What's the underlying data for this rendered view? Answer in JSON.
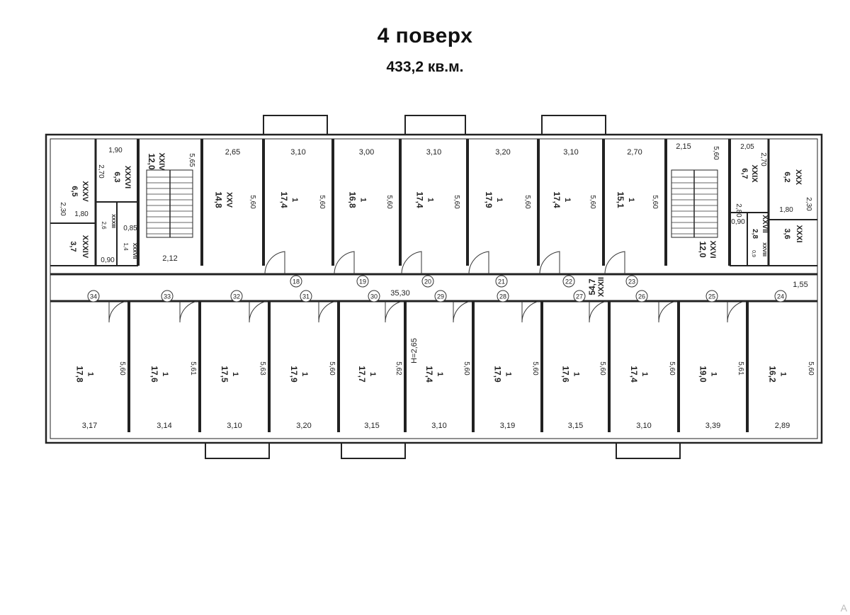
{
  "header": {
    "title": "4 поверх",
    "area": "433,2 кв.м."
  },
  "corner_mark": "A",
  "corridor": {
    "number": "XXXII",
    "area": "54,7",
    "length": "35,30",
    "width_end": "1,55",
    "ceiling_height": "H=2,65"
  },
  "rooms_top": [
    {
      "id": "r25",
      "label": "XXV",
      "area": "14,8",
      "width": "2,65",
      "depth": "5,60"
    },
    {
      "id": "rt1",
      "label": "1",
      "area": "17,4",
      "width": "3,10",
      "depth": "5,60"
    },
    {
      "id": "rt2",
      "label": "1",
      "area": "16,8",
      "width": "3,00",
      "depth": "5,60"
    },
    {
      "id": "rt3",
      "label": "1",
      "area": "17,4",
      "width": "3,10",
      "depth": "5,60"
    },
    {
      "id": "rt4",
      "label": "1",
      "area": "17,9",
      "width": "3,20",
      "depth": "5,60"
    },
    {
      "id": "rt5",
      "label": "1",
      "area": "17,4",
      "width": "3,10",
      "depth": "5,60"
    },
    {
      "id": "rt6",
      "label": "1",
      "area": "15,1",
      "width": "2,70",
      "depth": "5,60"
    }
  ],
  "rooms_bottom": [
    {
      "id": "rb1",
      "label": "1",
      "area": "17,8",
      "width": "3,17",
      "depth": "5,60"
    },
    {
      "id": "rb2",
      "label": "1",
      "area": "17,6",
      "width": "3,14",
      "depth": "5,61"
    },
    {
      "id": "rb3",
      "label": "1",
      "area": "17,5",
      "width": "3,10",
      "depth": "5,63"
    },
    {
      "id": "rb4",
      "label": "1",
      "area": "17,9",
      "width": "3,20",
      "depth": "5,60"
    },
    {
      "id": "rb5",
      "label": "1",
      "area": "17,7",
      "width": "3,15",
      "depth": "5,62"
    },
    {
      "id": "rb6",
      "label": "1",
      "area": "17,4",
      "width": "3,10",
      "depth": "5,60"
    },
    {
      "id": "rb7",
      "label": "1",
      "area": "17,9",
      "width": "3,19",
      "depth": "5,60"
    },
    {
      "id": "rb8",
      "label": "1",
      "area": "17,6",
      "width": "3,15",
      "depth": "5,60"
    },
    {
      "id": "rb9",
      "label": "1",
      "area": "17,4",
      "width": "3,10",
      "depth": "5,60"
    },
    {
      "id": "rb10",
      "label": "1",
      "area": "19,0",
      "width": "3,39",
      "depth": "5,61"
    },
    {
      "id": "rb11",
      "label": "1",
      "area": "16,2",
      "width": "2,89",
      "depth": "5,60"
    }
  ],
  "left_block": {
    "stair": {
      "label": "XXIV",
      "area": "12,0",
      "depth": "5,65",
      "width": "2,12"
    },
    "r36": {
      "label": "XXXVI",
      "area": "6,3",
      "width": "1,90",
      "depth": "2,70"
    },
    "r35": {
      "label": "XXXV",
      "area": "6,5",
      "depth": "2,30",
      "width": "1,80"
    },
    "r34": {
      "label": "XXXIV",
      "area": "3,7",
      "width": "0,90"
    },
    "r33": {
      "label": "XXXIII",
      "area": "2,6",
      "width": "0,85"
    },
    "r37": {
      "label": "XXXVII",
      "area": "1,4"
    }
  },
  "right_block": {
    "stair": {
      "label": "XXVI",
      "area": "12,0",
      "width": "2,15",
      "depth": "5,60"
    },
    "r29": {
      "label": "XXIX",
      "area": "6,7",
      "width": "2,05",
      "depth": "2,70"
    },
    "r30": {
      "label": "XXX",
      "area": "6,2",
      "depth": "2,30",
      "width": "1,80"
    },
    "r31": {
      "label": "XXXI",
      "area": "3,6",
      "width": "0,90"
    },
    "r28": {
      "label": "XXVIII",
      "area": "0,9"
    },
    "r27": {
      "label": "XXVII",
      "area": "2,8",
      "width": "2,80"
    }
  },
  "door_numbers_top": [
    "18",
    "19",
    "20",
    "21",
    "22",
    "23"
  ],
  "door_numbers_bottom": [
    "34",
    "33",
    "32",
    "31",
    "30",
    "29",
    "28",
    "27",
    "26",
    "25",
    "24"
  ]
}
